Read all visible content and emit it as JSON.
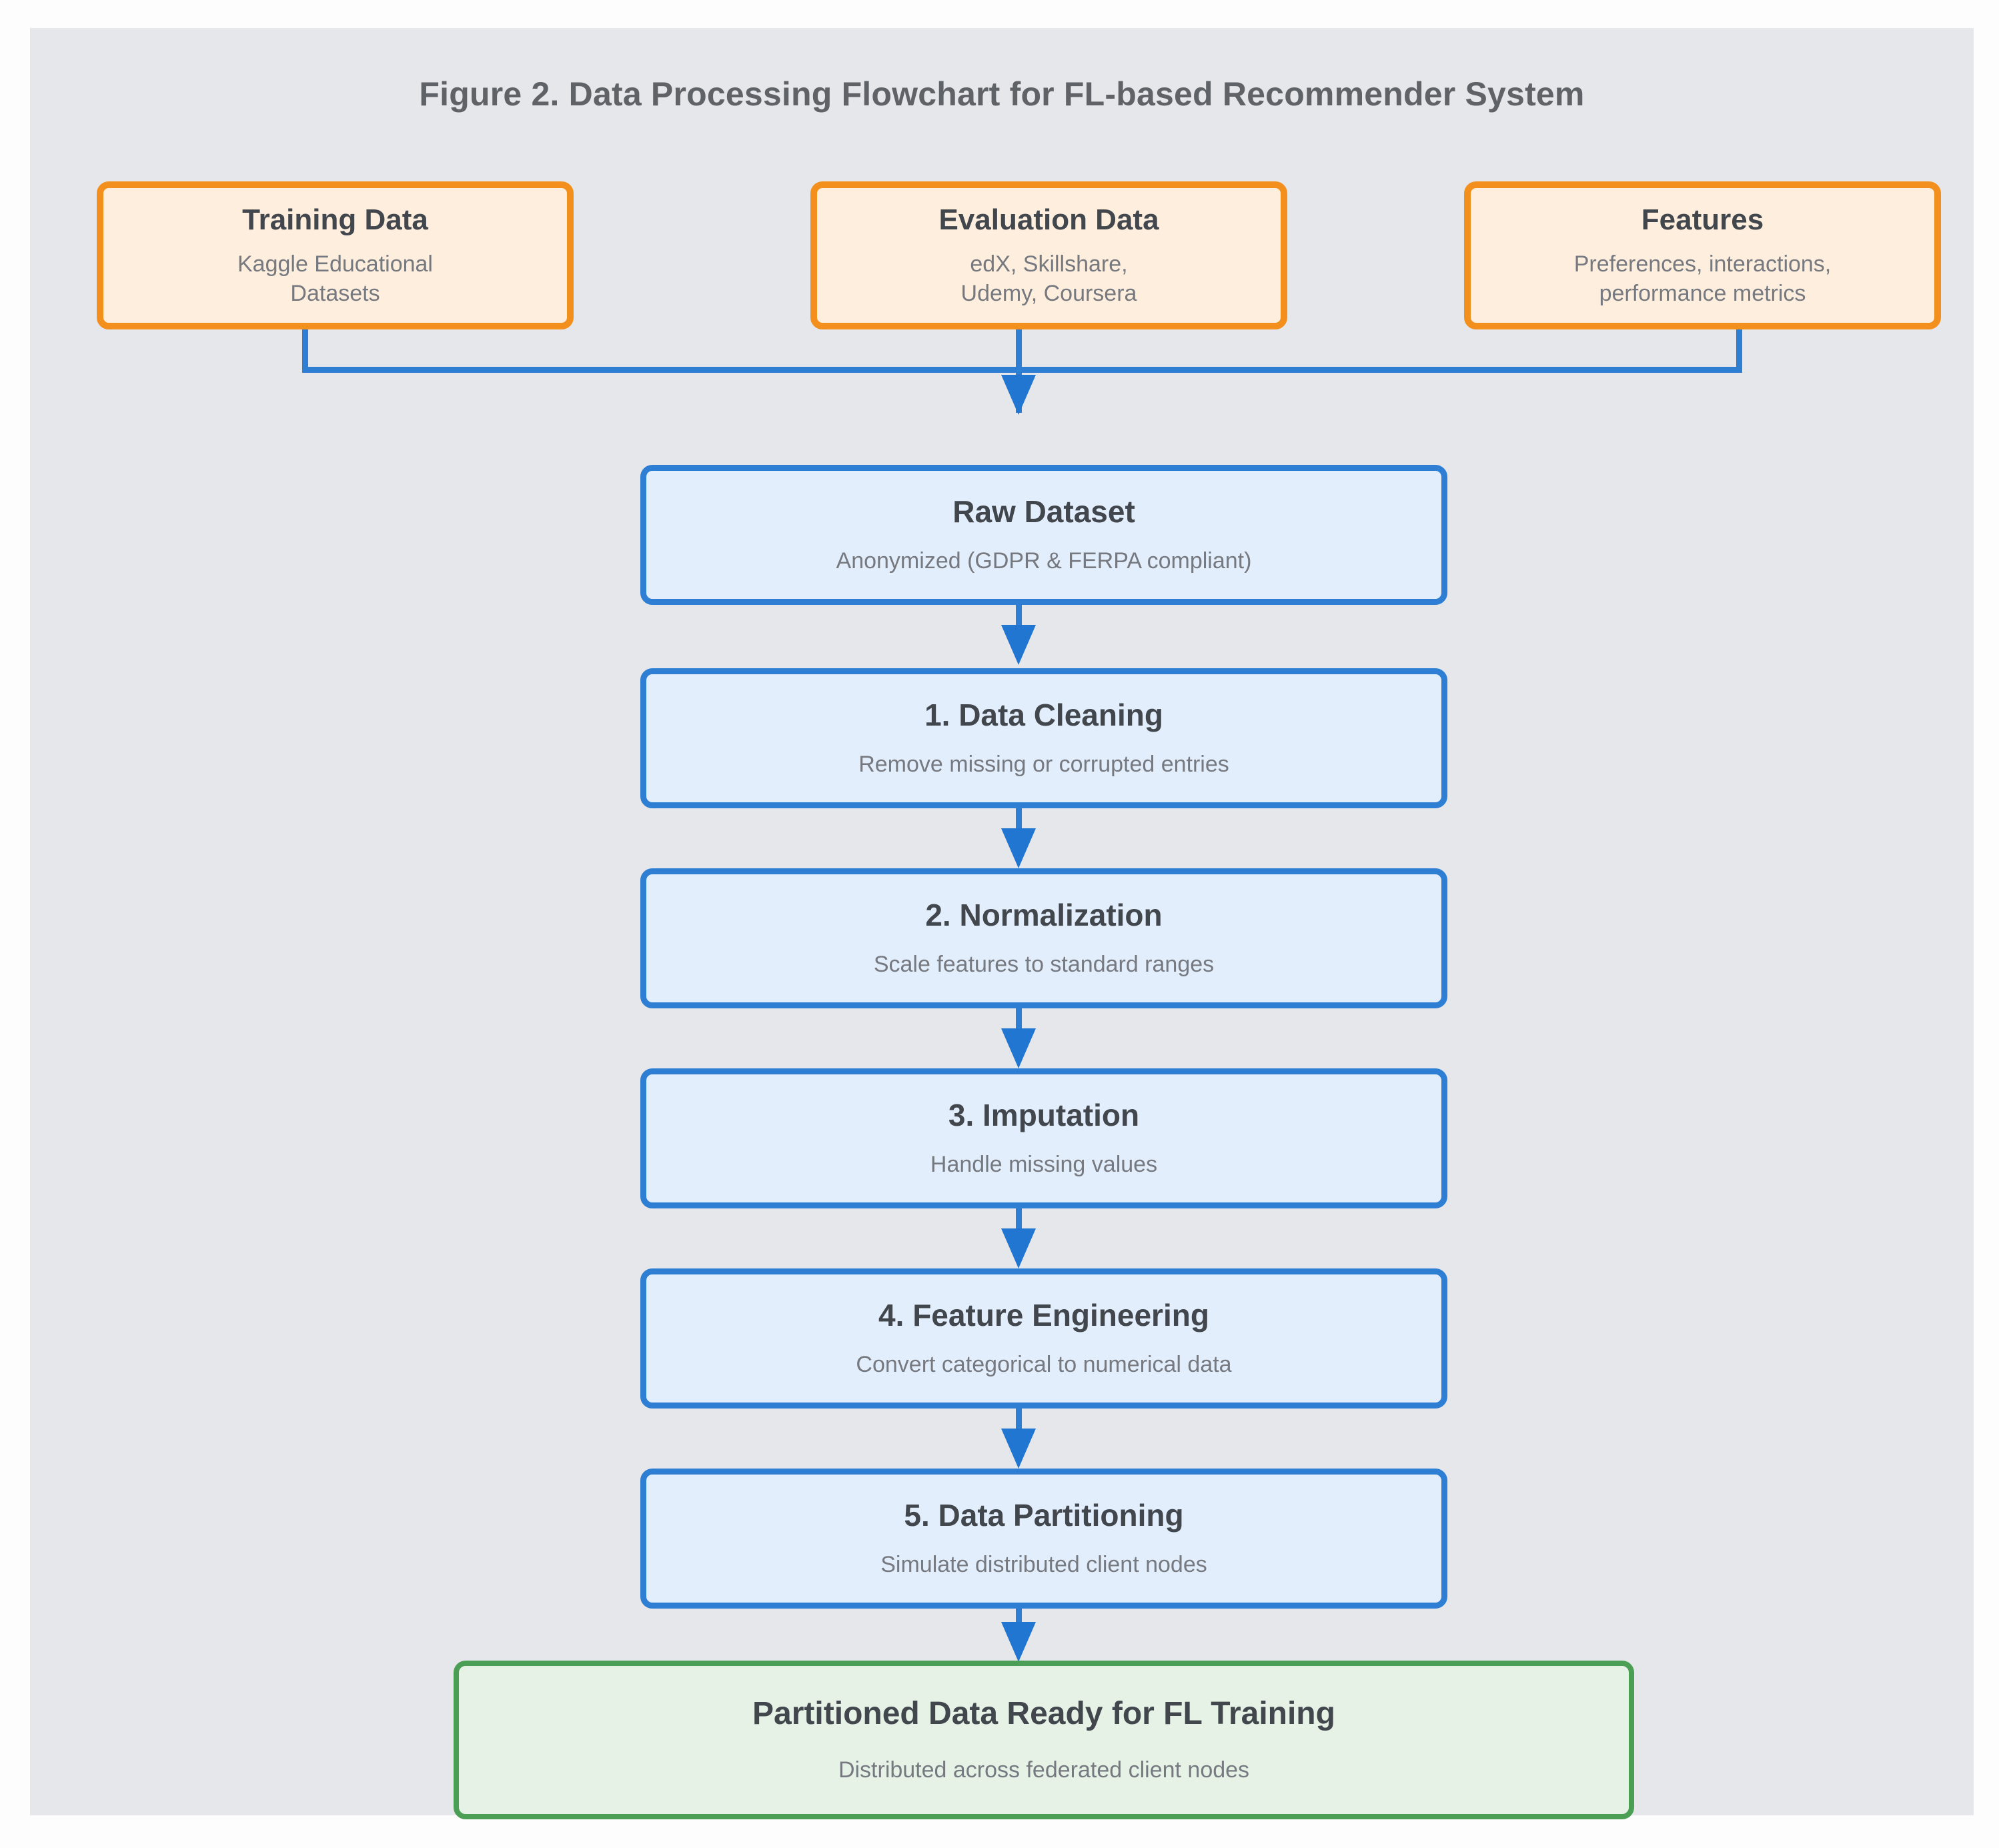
{
  "figure": {
    "title": "Figure 2. Data Processing Flowchart for FL-based Recommender System"
  },
  "colors": {
    "canvas_background": "#e5e7eb",
    "page_background": "#fdfdfe",
    "source_border": "#f3901d",
    "source_fill": "#fdeedd",
    "process_border": "#2e7ed4",
    "process_fill": "#e3eefc",
    "terminal_border": "#4a9f55",
    "terminal_fill": "#e7f2e7",
    "connector": "#2e7ed4",
    "title_text": "#5f6368",
    "node_title_text": "#42464d",
    "node_sub_text": "#76797f"
  },
  "chart_data": {
    "type": "diagram",
    "title": "Figure 2. Data Processing Flowchart for FL-based Recommender System",
    "orientation": "top-to-bottom",
    "nodes": [
      {
        "id": "training-data",
        "kind": "source",
        "title": "Training Data",
        "subtitle": "Kaggle Educational Datasets"
      },
      {
        "id": "evaluation-data",
        "kind": "source",
        "title": "Evaluation Data",
        "subtitle": "edX, Skillshare, Udemy, Coursera"
      },
      {
        "id": "features",
        "kind": "source",
        "title": "Features",
        "subtitle": "Preferences, interactions, performance metrics"
      },
      {
        "id": "raw-dataset",
        "kind": "process",
        "title": "Raw Dataset",
        "subtitle": "Anonymized (GDPR & FERPA compliant)"
      },
      {
        "id": "data-cleaning",
        "kind": "process",
        "title": "1. Data Cleaning",
        "subtitle": "Remove missing or corrupted entries"
      },
      {
        "id": "normalization",
        "kind": "process",
        "title": "2. Normalization",
        "subtitle": "Scale features to standard ranges"
      },
      {
        "id": "imputation",
        "kind": "process",
        "title": "3. Imputation",
        "subtitle": "Handle missing values"
      },
      {
        "id": "feature-eng",
        "kind": "process",
        "title": "4. Feature Engineering",
        "subtitle": "Convert categorical to numerical data"
      },
      {
        "id": "data-partition",
        "kind": "process",
        "title": "5. Data Partitioning",
        "subtitle": "Simulate distributed client nodes"
      },
      {
        "id": "partitioned",
        "kind": "terminal",
        "title": "Partitioned Data Ready for FL Training",
        "subtitle": "Distributed across federated client nodes"
      }
    ],
    "edges": [
      {
        "from": "training-data",
        "to": "raw-dataset",
        "style": "elbow"
      },
      {
        "from": "evaluation-data",
        "to": "raw-dataset",
        "style": "straight"
      },
      {
        "from": "features",
        "to": "raw-dataset",
        "style": "elbow"
      },
      {
        "from": "raw-dataset",
        "to": "data-cleaning",
        "style": "straight"
      },
      {
        "from": "data-cleaning",
        "to": "normalization",
        "style": "straight"
      },
      {
        "from": "normalization",
        "to": "imputation",
        "style": "straight"
      },
      {
        "from": "imputation",
        "to": "feature-eng",
        "style": "straight"
      },
      {
        "from": "feature-eng",
        "to": "data-partition",
        "style": "straight"
      },
      {
        "from": "data-partition",
        "to": "partitioned",
        "style": "straight"
      }
    ]
  },
  "sources": {
    "training_data": {
      "title": "Training Data",
      "line1": "Kaggle Educational",
      "line2": "Datasets"
    },
    "evaluation_data": {
      "title": "Evaluation Data",
      "line1": "edX, Skillshare,",
      "line2": "Udemy, Coursera"
    },
    "features": {
      "title": "Features",
      "line1": "Preferences, interactions,",
      "line2": "performance metrics"
    }
  },
  "pipeline": {
    "raw_dataset": {
      "title": "Raw Dataset",
      "subtitle": "Anonymized (GDPR & FERPA compliant)"
    },
    "data_cleaning": {
      "title": "1. Data Cleaning",
      "subtitle": "Remove missing or corrupted entries"
    },
    "normalization": {
      "title": "2. Normalization",
      "subtitle": "Scale features to standard ranges"
    },
    "imputation": {
      "title": "3. Imputation",
      "subtitle": "Handle missing values"
    },
    "feature_eng": {
      "title": "4. Feature Engineering",
      "subtitle": "Convert categorical to numerical data"
    },
    "data_partition": {
      "title": "5. Data Partitioning",
      "subtitle": "Simulate distributed client nodes"
    }
  },
  "terminal": {
    "partitioned": {
      "title": "Partitioned Data Ready for FL Training",
      "subtitle": "Distributed across federated client nodes"
    }
  }
}
